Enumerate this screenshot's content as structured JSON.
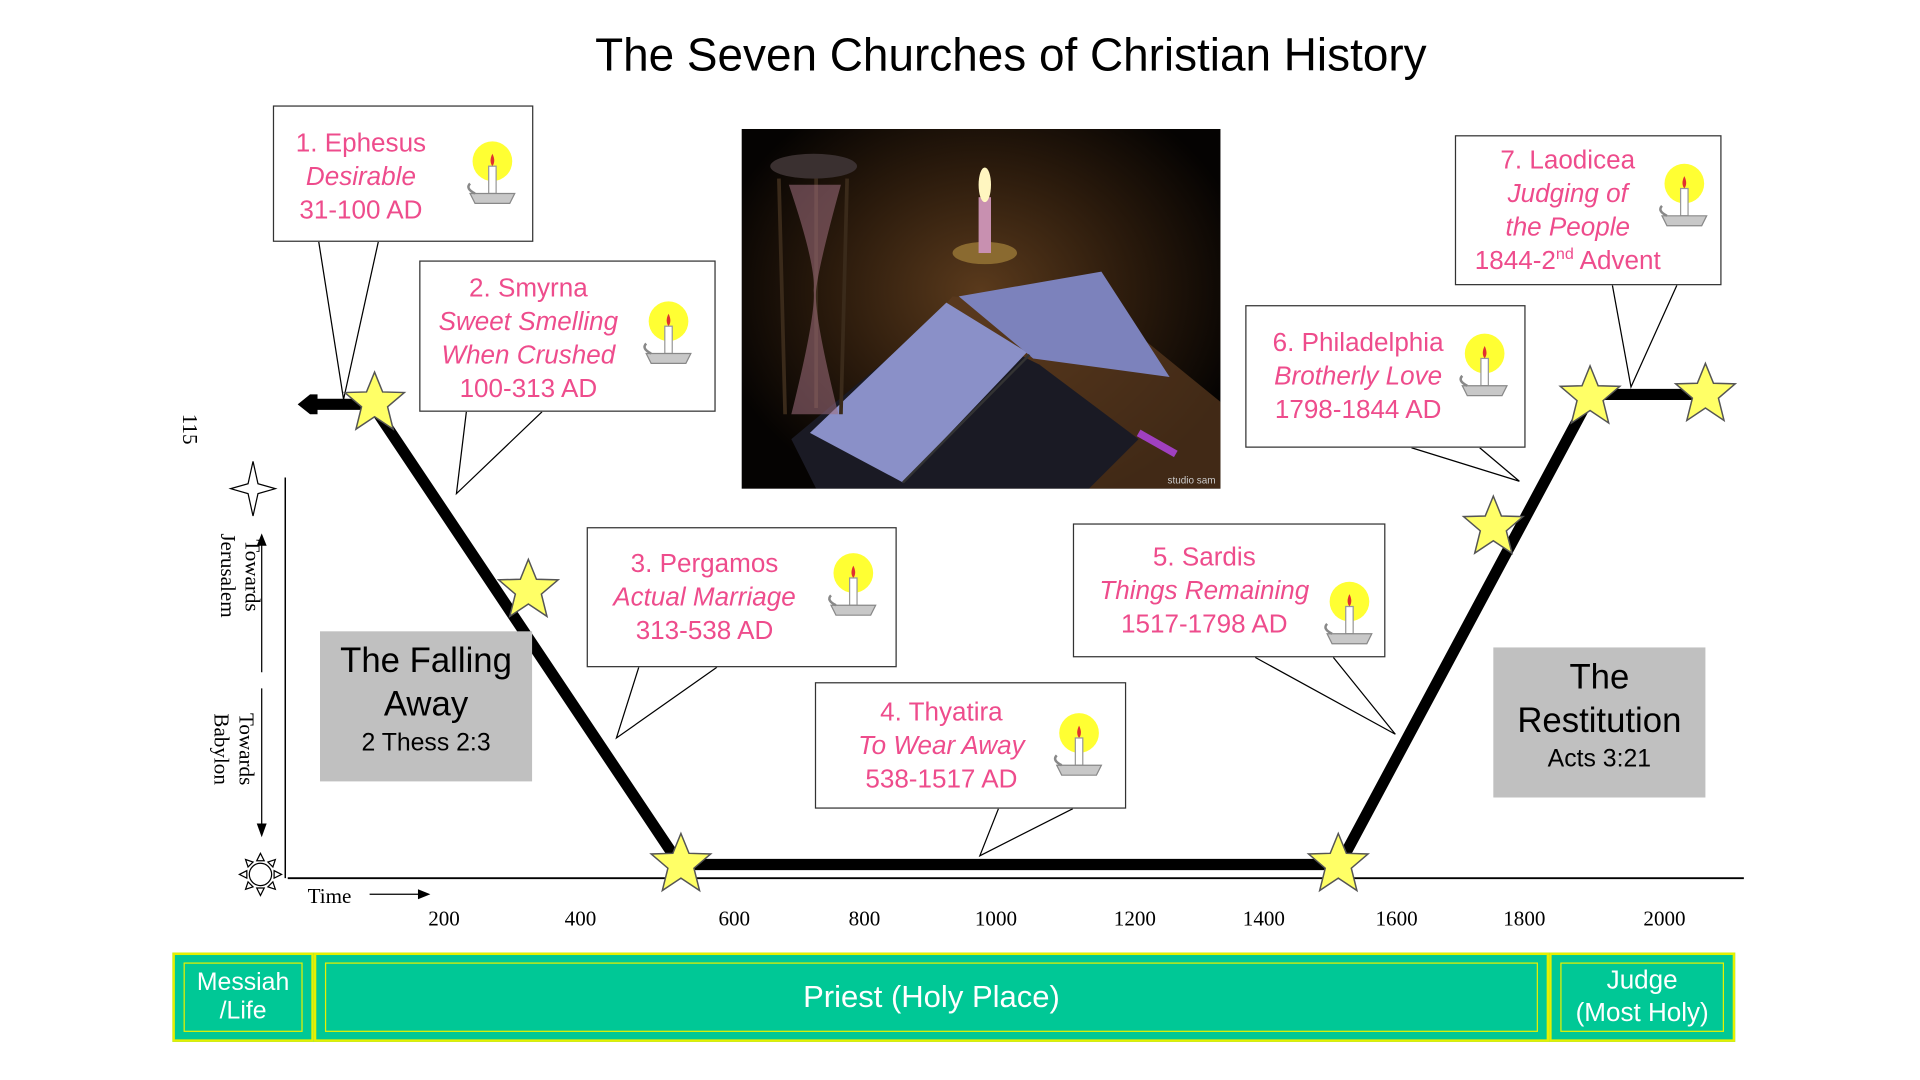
{
  "title": "The Seven Churches of Christian History",
  "churches": [
    {
      "name": "1. Ephesus",
      "meaning": "Desirable",
      "dates": "31-100 AD"
    },
    {
      "name": "2. Smyrna",
      "meaning_line1": "Sweet Smelling",
      "meaning_line2": "When Crushed",
      "dates": "100-313 AD"
    },
    {
      "name": "3. Pergamos",
      "meaning": "Actual Marriage",
      "dates": "313-538 AD"
    },
    {
      "name": "4. Thyatira",
      "meaning": "To Wear Away",
      "dates": "538-1517 AD"
    },
    {
      "name": "5. Sardis",
      "meaning": "Things Remaining",
      "dates": "1517-1798 AD"
    },
    {
      "name": "6. Philadelphia",
      "meaning": "Brotherly Love",
      "dates": "1798-1844 AD"
    },
    {
      "name": "7. Laodicea",
      "meaning_line1": "Judging of",
      "meaning_line2": "the People",
      "dates_pre": "1844-2",
      "dates_sup": "nd",
      "dates_post": " Advent"
    }
  ],
  "falling_away": {
    "line1": "The Falling",
    "line2": "Away",
    "ref": "2 Thess 2:3"
  },
  "restitution": {
    "line1": "The",
    "line2": "Restitution",
    "ref": "Acts 3:21"
  },
  "axis": {
    "side_number": "115",
    "towards_jerusalem_1": "Towards",
    "towards_jerusalem_2": "Jerusalem",
    "towards_babylon_1": "Towards",
    "towards_babylon_2": "Babylon",
    "time_label": "Time",
    "ticks": [
      "200",
      "400",
      "600",
      "800",
      "1000",
      "1200",
      "1400",
      "1600",
      "1800",
      "2000"
    ]
  },
  "photo_credit": "studio sam",
  "phases": {
    "messiah_1": "Messiah",
    "messiah_2": "/Life",
    "priest": "Priest (Holy Place)",
    "judge_1": "Judge",
    "judge_2": "(Most Holy)"
  },
  "colors": {
    "church_text": "#ee4c8c",
    "phase_bar": "#00c896",
    "phase_border": "#e6f000",
    "star": "#ffff66"
  }
}
